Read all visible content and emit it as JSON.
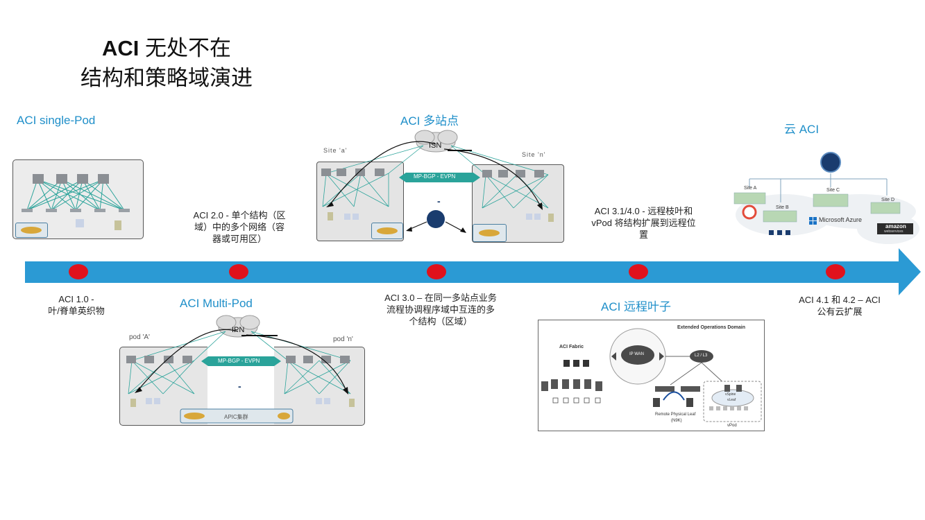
{
  "title": {
    "line1_bold": "ACI",
    "line1_rest": " 无处不在",
    "line2": "结构和策略域演进"
  },
  "stages": {
    "single_pod": {
      "label": "ACI single-Pod"
    },
    "multi_pod": {
      "label": "ACI Multi-Pod",
      "pod_a": "pod 'A'",
      "pod_n": "pod 'n'",
      "ipn": "IPN",
      "evpn": "MP-BGP - EVPN",
      "apic": "APIC集群",
      "dash": "-"
    },
    "multi_site": {
      "label": "ACI 多站点",
      "site_a": "Site 'a'",
      "site_n": "Site 'n'",
      "isn": "ISN",
      "evpn": "MP-BGP - EVPN",
      "dash": "-"
    },
    "remote_leaf": {
      "label": "ACI 远程叶子",
      "ext_domain": "Extended Operations Domain",
      "aci_fabric": "ACI Fabric",
      "ip_wan": "IP WAN",
      "l2l3": "L2 / L3",
      "remote_physical_leaf": "Remote Physical Leaf",
      "n9k": "(N9K)",
      "vpod": "vPod",
      "vspine": "vSpine",
      "vleaf": "vLeaf"
    },
    "cloud": {
      "label": "云 ACI",
      "site_a": "Site A",
      "site_b": "Site B",
      "site_c": "Site C",
      "site_d": "Site D",
      "azure": "Microsoft Azure",
      "amazon": "amazon",
      "amazon_sub": "webservices"
    }
  },
  "captions": {
    "aci10_l1": "ACI 1.0 -",
    "aci10_l2": "叶/脊单英织物",
    "aci20_l1": "ACI 2.0 - 单个结构（区",
    "aci20_l2": "域）中的多个网络（容",
    "aci20_l3": "器或可用区）",
    "aci30_l1": "ACI 3.0 – 在同一多站点业务",
    "aci30_l2": "流程协调程序域中互连的多",
    "aci30_l3": "个结构（区域）",
    "aci31_l1": "ACI 3.1/4.0 - 远程枝叶和",
    "aci31_l2": "vPod 将结构扩展到远程位",
    "aci31_l3": "置",
    "aci41_l1": "ACI 4.1 和 4.2 – ACI",
    "aci41_l2": "公有云扩展"
  },
  "colors": {
    "timeline": "#2b9ad4",
    "milestone": "#e0121c",
    "accent_text": "#1f8fc9",
    "fabric_link": "#2aa39a"
  }
}
